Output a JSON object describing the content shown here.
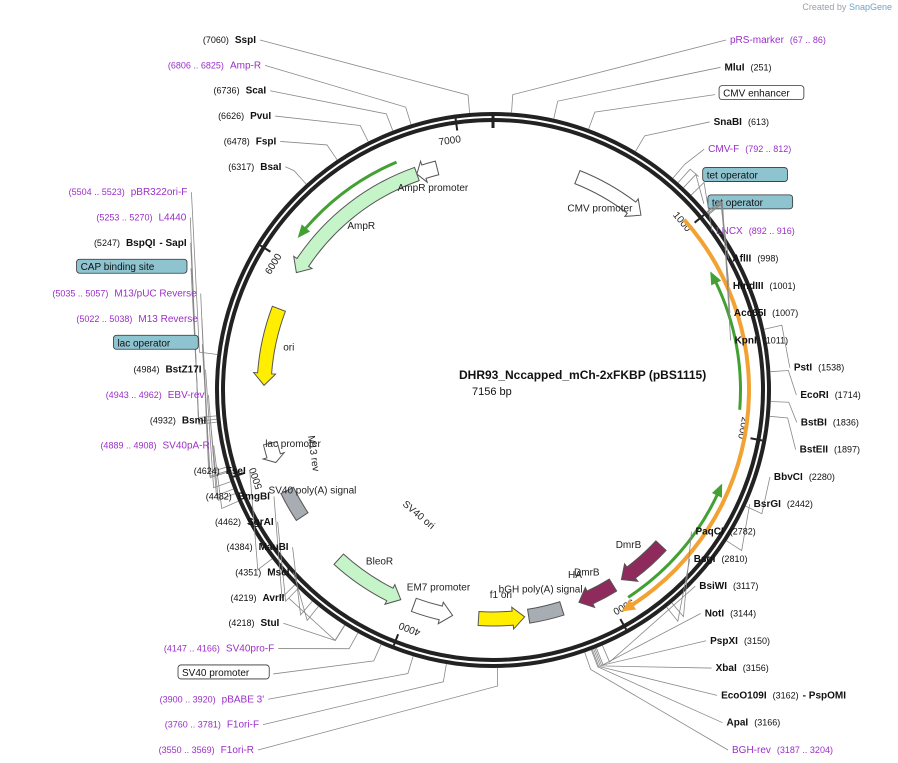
{
  "credit": {
    "prefix": "Created by",
    "brand": "SnapGene"
  },
  "plasmid": {
    "name": "DHR93_Nccapped_mCh-2xFKBP (pBS1115)",
    "size_label": "7156 bp",
    "length": 7156
  },
  "colors": {
    "primer": "#9b2fc8",
    "enzyme": "#111111",
    "ampr": "#c6f4c9",
    "ori": "#ffee00",
    "dmrb": "#8e2a5c",
    "orange_feature": "#f2a233",
    "green_feature": "#43a032",
    "tet_operator": "#8ec3d0"
  },
  "ticks": [
    {
      "bp": 1000,
      "label": "1000"
    },
    {
      "bp": 2000,
      "label": "2000"
    },
    {
      "bp": 3000,
      "label": "3000"
    },
    {
      "bp": 4000,
      "label": "4000"
    },
    {
      "bp": 5000,
      "label": "5000"
    },
    {
      "bp": 6000,
      "label": "6000"
    },
    {
      "bp": 7000,
      "label": "7000"
    }
  ],
  "labels": [
    {
      "id": "sspi",
      "side": "L",
      "pos": "(7060)",
      "name": "SspI",
      "kind": "enzyme",
      "bp": 7060
    },
    {
      "id": "amp-r",
      "side": "L",
      "pos": "(6806 .. 6825)",
      "name": "Amp-R",
      "kind": "primer",
      "bp": 6815
    },
    {
      "id": "scai",
      "side": "L",
      "pos": "(6736)",
      "name": "ScaI",
      "kind": "enzyme",
      "bp": 6736
    },
    {
      "id": "pvui",
      "side": "L",
      "pos": "(6626)",
      "name": "PvuI",
      "kind": "enzyme",
      "bp": 6626
    },
    {
      "id": "fspi",
      "side": "L",
      "pos": "(6478)",
      "name": "FspI",
      "kind": "enzyme",
      "bp": 6478
    },
    {
      "id": "bsai",
      "side": "L",
      "pos": "(6317)",
      "name": "BsaI",
      "kind": "enzyme",
      "bp": 6317
    },
    {
      "id": "pbr322ori-f",
      "side": "L",
      "pos": "(5504 .. 5523)",
      "name": "pBR322ori-F",
      "kind": "primer",
      "bp": 5513
    },
    {
      "id": "l4440",
      "side": "L",
      "pos": "(5253 .. 5270)",
      "name": "L4440",
      "kind": "primer",
      "bp": 5261
    },
    {
      "id": "bspqi-sapi",
      "side": "L",
      "pos": "(5247)",
      "name": "BspQI",
      "extra": "SapI",
      "kind": "enzyme",
      "bp": 5247
    },
    {
      "id": "cap-binding-site",
      "side": "L",
      "name": "CAP binding site",
      "kind": "box-blue",
      "bp": 5235
    },
    {
      "id": "m13-puc-reverse",
      "side": "L",
      "pos": "(5035 .. 5057)",
      "name": "M13/pUC Reverse",
      "kind": "primer",
      "bp": 5046
    },
    {
      "id": "lac-operator",
      "side": "L",
      "name": "lac operator",
      "kind": "box-blue",
      "bp": 5025
    },
    {
      "id": "m13-reverse",
      "side": "L",
      "pos": "(5022 .. 5038)",
      "name": "M13 Reverse",
      "kind": "primer",
      "bp": 5030
    },
    {
      "id": "bstz17i",
      "side": "L",
      "pos": "(4984)",
      "name": "BstZ17I",
      "kind": "enzyme",
      "bp": 4984
    },
    {
      "id": "ebv-rev",
      "side": "L",
      "pos": "(4943 .. 4962)",
      "name": "EBV-rev",
      "kind": "primer",
      "bp": 4952
    },
    {
      "id": "bsmi",
      "side": "L",
      "pos": "(4932)",
      "name": "BsmI",
      "kind": "enzyme",
      "bp": 4932
    },
    {
      "id": "sv40pa-r",
      "side": "L",
      "pos": "(4889 .. 4908)",
      "name": "SV40pA-R",
      "kind": "primer",
      "bp": 4898
    },
    {
      "id": "fsei",
      "side": "L",
      "pos": "(4624)",
      "name": "FseI",
      "kind": "enzyme",
      "bp": 4624
    },
    {
      "id": "bmgbi",
      "side": "L",
      "pos": "(4482)",
      "name": "BmgBI",
      "kind": "enzyme",
      "bp": 4482
    },
    {
      "id": "sgrai",
      "side": "L",
      "pos": "(4462)",
      "name": "SgrAI",
      "kind": "enzyme",
      "bp": 4462
    },
    {
      "id": "maubi",
      "side": "L",
      "pos": "(4384)",
      "name": "MauBI",
      "kind": "enzyme",
      "bp": 4384
    },
    {
      "id": "msci",
      "side": "L",
      "pos": "(4351)",
      "name": "MscI",
      "kind": "enzyme",
      "bp": 4351
    },
    {
      "id": "avrii",
      "side": "L",
      "pos": "(4219)",
      "name": "AvrII",
      "kind": "enzyme",
      "bp": 4219
    },
    {
      "id": "stui",
      "side": "L",
      "pos": "(4218)",
      "name": "StuI",
      "kind": "enzyme",
      "bp": 4218
    },
    {
      "id": "sv40pro-f",
      "side": "L",
      "pos": "(4147 .. 4166)",
      "name": "SV40pro-F",
      "kind": "primer",
      "bp": 4156
    },
    {
      "id": "sv40-promoter-box",
      "side": "L",
      "name": "SV40 promoter",
      "kind": "box-white",
      "bp": 4050
    },
    {
      "id": "pbabe-3",
      "side": "L",
      "pos": "(3900 .. 3920)",
      "name": "pBABE 3'",
      "kind": "primer",
      "bp": 3910
    },
    {
      "id": "f1ori-f",
      "side": "L",
      "pos": "(3760 .. 3781)",
      "name": "F1ori-F",
      "kind": "primer",
      "bp": 3770
    },
    {
      "id": "f1ori-r",
      "side": "L",
      "pos": "(3550 .. 3569)",
      "name": "F1ori-R",
      "kind": "primer",
      "bp": 3560
    },
    {
      "id": "prs-marker",
      "side": "R",
      "pos": "(67 .. 86)",
      "name": "pRS-marker",
      "kind": "primer",
      "bp": 76
    },
    {
      "id": "mlui",
      "side": "R",
      "pos": "(251)",
      "name": "MluI",
      "kind": "enzyme",
      "bp": 251
    },
    {
      "id": "cmv-enhancer-box",
      "side": "R",
      "name": "CMV enhancer",
      "kind": "box-white",
      "bp": 400
    },
    {
      "id": "snabi",
      "side": "R",
      "pos": "(613)",
      "name": "SnaBI",
      "kind": "enzyme",
      "bp": 613
    },
    {
      "id": "cmv-f",
      "side": "R",
      "pos": "(792 .. 812)",
      "name": "CMV-F",
      "kind": "primer",
      "bp": 802
    },
    {
      "id": "tet-operator-1",
      "side": "R",
      "name": "tet operator",
      "kind": "box-blue",
      "bp": 830
    },
    {
      "id": "tet-operator-2",
      "side": "R",
      "name": "tet operator",
      "kind": "box-blue",
      "bp": 860
    },
    {
      "id": "lncx",
      "side": "R",
      "pos": "(892 .. 916)",
      "name": "LNCX",
      "kind": "primer",
      "bp": 904
    },
    {
      "id": "aflii",
      "side": "R",
      "pos": "(998)",
      "name": "AflII",
      "kind": "enzyme",
      "bp": 998
    },
    {
      "id": "hindiii",
      "side": "R",
      "pos": "(1001)",
      "name": "HindIII",
      "kind": "enzyme",
      "bp": 1001
    },
    {
      "id": "acc65i",
      "side": "R",
      "pos": "(1007)",
      "name": "Acc65I",
      "kind": "enzyme",
      "bp": 1007
    },
    {
      "id": "kpni",
      "side": "R",
      "pos": "(1011)",
      "name": "KpnI",
      "kind": "enzyme",
      "bp": 1011
    },
    {
      "id": "psti",
      "side": "R",
      "pos": "(1538)",
      "name": "PstI",
      "kind": "enzyme",
      "bp": 1538
    },
    {
      "id": "ecori",
      "side": "R",
      "pos": "(1714)",
      "name": "EcoRI",
      "kind": "enzyme",
      "bp": 1714
    },
    {
      "id": "bstbi",
      "side": "R",
      "pos": "(1836)",
      "name": "BstBI",
      "kind": "enzyme",
      "bp": 1836
    },
    {
      "id": "bsteii",
      "side": "R",
      "pos": "(1897)",
      "name": "BstEII",
      "kind": "enzyme",
      "bp": 1897
    },
    {
      "id": "bbvci",
      "side": "R",
      "pos": "(2280)",
      "name": "BbvCI",
      "kind": "enzyme",
      "bp": 2280
    },
    {
      "id": "bsrgi",
      "side": "R",
      "pos": "(2442)",
      "name": "BsrGI",
      "kind": "enzyme",
      "bp": 2442
    },
    {
      "id": "paqci",
      "side": "R",
      "pos": "(2782)",
      "name": "PaqCI",
      "kind": "enzyme",
      "bp": 2782
    },
    {
      "id": "bsgi",
      "side": "R",
      "pos": "(2810)",
      "name": "BsgI",
      "kind": "enzyme",
      "bp": 2810
    },
    {
      "id": "bsiwi",
      "side": "R",
      "pos": "(3117)",
      "name": "BsiWI",
      "kind": "enzyme",
      "bp": 3117
    },
    {
      "id": "noti",
      "side": "R",
      "pos": "(3144)",
      "name": "NotI",
      "kind": "enzyme",
      "bp": 3144
    },
    {
      "id": "pspxi",
      "side": "R",
      "pos": "(3150)",
      "name": "PspXI",
      "kind": "enzyme",
      "bp": 3150
    },
    {
      "id": "xbai",
      "side": "R",
      "pos": "(3156)",
      "name": "XbaI",
      "kind": "enzyme",
      "bp": 3156
    },
    {
      "id": "eco0109i-pspomi",
      "side": "R",
      "pos": "(3162)",
      "name": "EcoO109I",
      "extra": "PspOMI",
      "kind": "enzyme",
      "bp": 3162
    },
    {
      "id": "apai",
      "side": "R",
      "pos": "(3166)",
      "name": "ApaI",
      "kind": "enzyme",
      "bp": 3166
    },
    {
      "id": "bgh-rev",
      "side": "R",
      "pos": "(3187 .. 3204)",
      "name": "BGH-rev",
      "kind": "primer",
      "bp": 3195
    }
  ],
  "features": [
    {
      "id": "ampr",
      "name": "AmpR",
      "start": 5980,
      "end": 6770,
      "dir": -1,
      "fill": "#c6f4c9"
    },
    {
      "id": "ampr-promoter",
      "name": "AmpR promoter",
      "start": 6770,
      "end": 6875,
      "dir": -1,
      "fill": "#ffffff"
    },
    {
      "id": "ori",
      "name": "ori",
      "start": 5390,
      "end": 5780,
      "dir": -1,
      "fill": "#ffee00"
    },
    {
      "id": "cmv-promoter",
      "name": "CMV promoter",
      "start": 430,
      "end": 800,
      "dir": 1,
      "fill": "#ffffff"
    },
    {
      "id": "f1-ori",
      "name": "f1 ori",
      "start": 3420,
      "end": 3650,
      "dir": -1,
      "fill": "#ffee00"
    },
    {
      "id": "bgh-polya",
      "name": "bGH poly(A) signal",
      "start": 3230,
      "end": 3400,
      "dir": 0,
      "fill": "#a7adb2"
    },
    {
      "id": "dmrb-1",
      "name": "DmrB",
      "start": 2640,
      "end": 2900,
      "dir": 1,
      "fill": "#8e2a5c"
    },
    {
      "id": "dmrb-2",
      "name": "DmrB",
      "start": 2950,
      "end": 3140,
      "dir": 1,
      "fill": "#8e2a5c"
    },
    {
      "id": "em7-promoter",
      "name": "EM7 promoter",
      "start": 3780,
      "end": 3980,
      "dir": -1,
      "fill": "#ffffff"
    },
    {
      "id": "bleor",
      "name": "BleoR",
      "start": 4050,
      "end": 4420,
      "dir": -1,
      "fill": "#c6f4c9"
    },
    {
      "id": "lac-promoter",
      "name": "lac promoter",
      "start": 5000,
      "end": 5100,
      "dir": -1,
      "fill": "#ffffff"
    },
    {
      "id": "sv40-polya",
      "name": "SV40 poly(A) signal",
      "start": 4700,
      "end": 4850,
      "dir": 0,
      "fill": "#a7adb2"
    }
  ],
  "inner_labels": [
    {
      "id": "m13-rev-label",
      "text": "M13 rev"
    },
    {
      "id": "sv40-ori-label",
      "text": "SV40 ori"
    },
    {
      "id": "ha-label",
      "text": "HA"
    }
  ]
}
